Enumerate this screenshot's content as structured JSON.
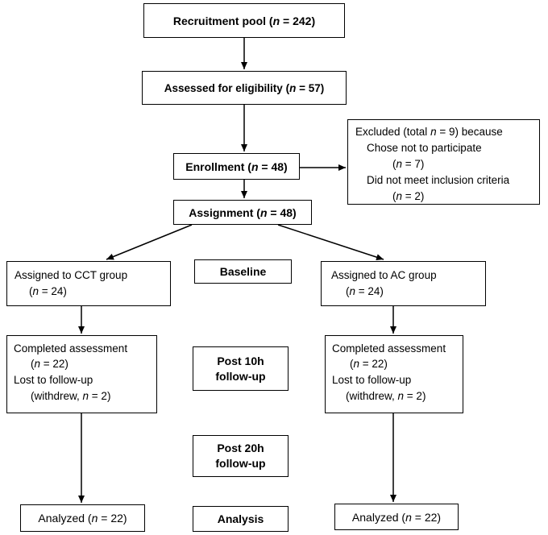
{
  "recruitment": {
    "prefix": "Recruitment pool (",
    "n": "n",
    "suffix": " = 242)"
  },
  "eligibility": {
    "prefix": "Assessed for eligibility (",
    "n": "n",
    "suffix": " = 57)"
  },
  "excluded": {
    "line1_prefix": "Excluded (total ",
    "line1_n": "n",
    "line1_suffix": " = 9) because",
    "line2": "Chose not to participate",
    "line3_prefix": "(",
    "line3_n": "n",
    "line3_suffix": " = 7)",
    "line4": "Did not meet inclusion criteria",
    "line5_prefix": "(",
    "line5_n": "n",
    "line5_suffix": " = 2)"
  },
  "enrollment": {
    "prefix": "Enrollment (",
    "n": "n",
    "suffix": " = 48)"
  },
  "assignment": {
    "prefix": "Assignment (",
    "n": "n",
    "suffix": " = 48)"
  },
  "cct_group": {
    "line1": "Assigned to CCT group",
    "line2_prefix": "(",
    "line2_n": "n",
    "line2_suffix": " = 24)"
  },
  "ac_group": {
    "line1": "Assigned to AC group",
    "line2_prefix": "(",
    "line2_n": "n",
    "line2_suffix": " = 24)"
  },
  "left_completed": {
    "line1": "Completed assessment",
    "line2_prefix": "(",
    "line2_n": "n",
    "line2_suffix": " = 22)",
    "line3": "Lost to follow-up",
    "line4_prefix": "(withdrew, ",
    "line4_n": "n",
    "line4_suffix": " = 2)"
  },
  "right_completed": {
    "line1": "Completed assessment",
    "line2_prefix": "(",
    "line2_n": "n",
    "line2_suffix": " = 22)",
    "line3": "Lost to follow-up",
    "line4_prefix": "(withdrew, ",
    "line4_n": "n",
    "line4_suffix": " = 2)"
  },
  "left_analyzed": {
    "prefix": "Analyzed (",
    "n": "n",
    "suffix": " = 22)"
  },
  "right_analyzed": {
    "prefix": "Analyzed (",
    "n": "n",
    "suffix": " = 22)"
  },
  "phases": {
    "baseline": "Baseline",
    "post10_line1": "Post 10h",
    "post10_line2": "follow-up",
    "post20_line1": "Post 20h",
    "post20_line2": "follow-up",
    "analysis": "Analysis"
  }
}
